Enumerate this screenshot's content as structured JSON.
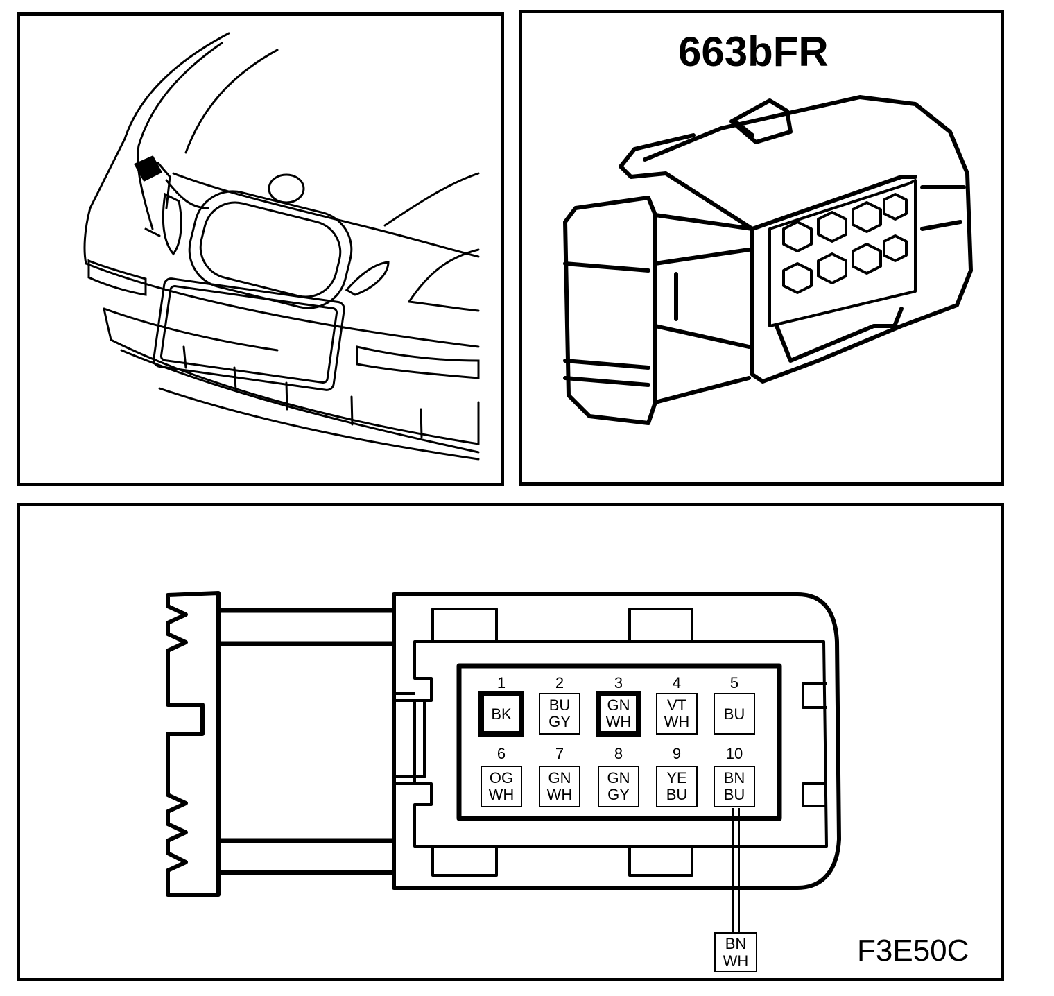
{
  "connector_code": "663bFR",
  "figure_code": "F3E50C",
  "pins": [
    {
      "num": "1",
      "lines": [
        "BK"
      ],
      "bold": true
    },
    {
      "num": "2",
      "lines": [
        "BU",
        "GY"
      ],
      "bold": false
    },
    {
      "num": "3",
      "lines": [
        "GN",
        "WH"
      ],
      "bold": true
    },
    {
      "num": "4",
      "lines": [
        "VT",
        "WH"
      ],
      "bold": false
    },
    {
      "num": "5",
      "lines": [
        "BU"
      ],
      "bold": false
    },
    {
      "num": "6",
      "lines": [
        "OG",
        "WH"
      ],
      "bold": false
    },
    {
      "num": "7",
      "lines": [
        "GN",
        "WH"
      ],
      "bold": false
    },
    {
      "num": "8",
      "lines": [
        "GN",
        "GY"
      ],
      "bold": false
    },
    {
      "num": "9",
      "lines": [
        "YE",
        "BU"
      ],
      "bold": false
    },
    {
      "num": "10",
      "lines": [
        "BN",
        "BU"
      ],
      "bold": false
    }
  ],
  "lead_wire": {
    "lines": [
      "BN",
      "WH"
    ]
  }
}
